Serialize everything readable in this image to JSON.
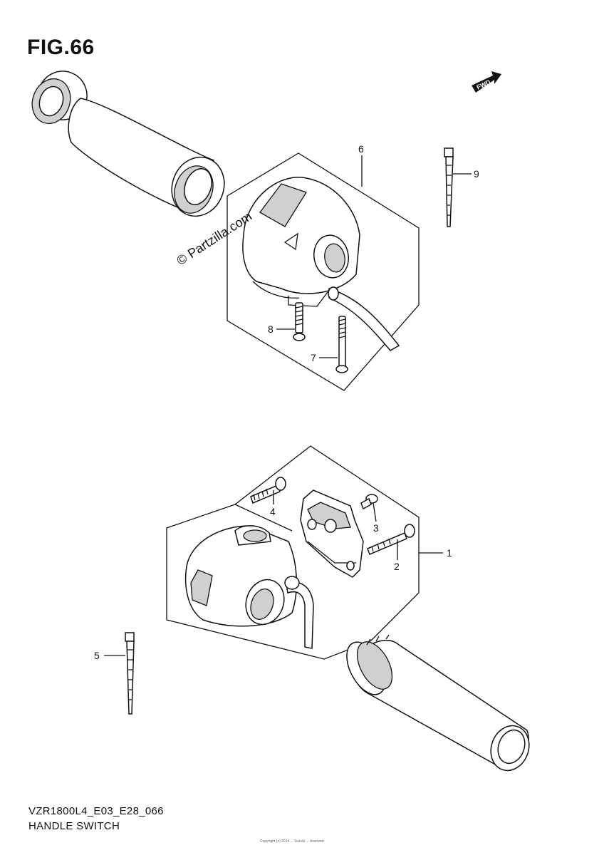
{
  "figure": {
    "title": "FIG.66",
    "code": "VZR1800L4_E03_E28_066",
    "name": "HANDLE SWITCH"
  },
  "watermark": "© Partzilla.com",
  "direction_marker": "FWD",
  "footer_note": "Copyright (c) 2014 ... Suzuki ... reserved",
  "callouts": [
    {
      "number": "1",
      "part": "left handle switch assembly"
    },
    {
      "number": "2",
      "part": "screw"
    },
    {
      "number": "3",
      "part": "screw"
    },
    {
      "number": "4",
      "part": "screw"
    },
    {
      "number": "5",
      "part": "cable tie"
    },
    {
      "number": "6",
      "part": "right handle switch assembly"
    },
    {
      "number": "7",
      "part": "screw"
    },
    {
      "number": "8",
      "part": "screw"
    },
    {
      "number": "9",
      "part": "cable tie"
    }
  ]
}
